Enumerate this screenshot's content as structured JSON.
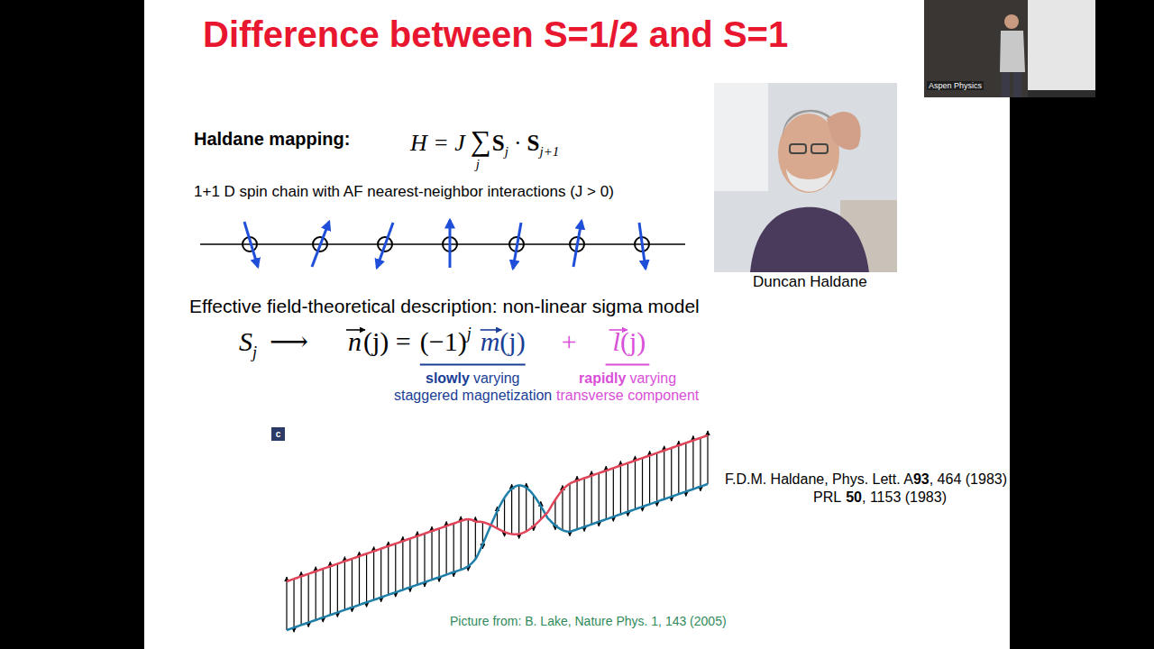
{
  "diagram": {
    "title": "Difference between S=1/2 and S=1",
    "nodes": [
      {
        "text": [
          "c"
        ]
      }
    ],
    "labels": [
      "Haldane mapping:",
      "H = J",
      "∑",
      "j",
      "S",
      "j",
      "·",
      "S",
      "j+1",
      "1+1 D spin chain with AF nearest-neighbor interactions (J > 0)",
      "Duncan Haldane",
      "Effective field-theoretical description: non-linear sigma model",
      "S",
      "j",
      "⟶",
      "n",
      "(j) =",
      "(−1)",
      "j",
      "m",
      "(j)",
      "+",
      "l",
      "(j)",
      "slowly",
      "varying",
      "staggered magnetization",
      "rapidly",
      "varying",
      "transverse component",
      "F.D.M. Haldane, Phys. Lett. A",
      "93",
      ", 464 (1983)",
      "PRL",
      "50",
      ", 1153 (1983)",
      "Picture from: B. Lake, Nature Phys. 1, 143 (2005)",
      "Aspen Physics"
    ]
  }
}
